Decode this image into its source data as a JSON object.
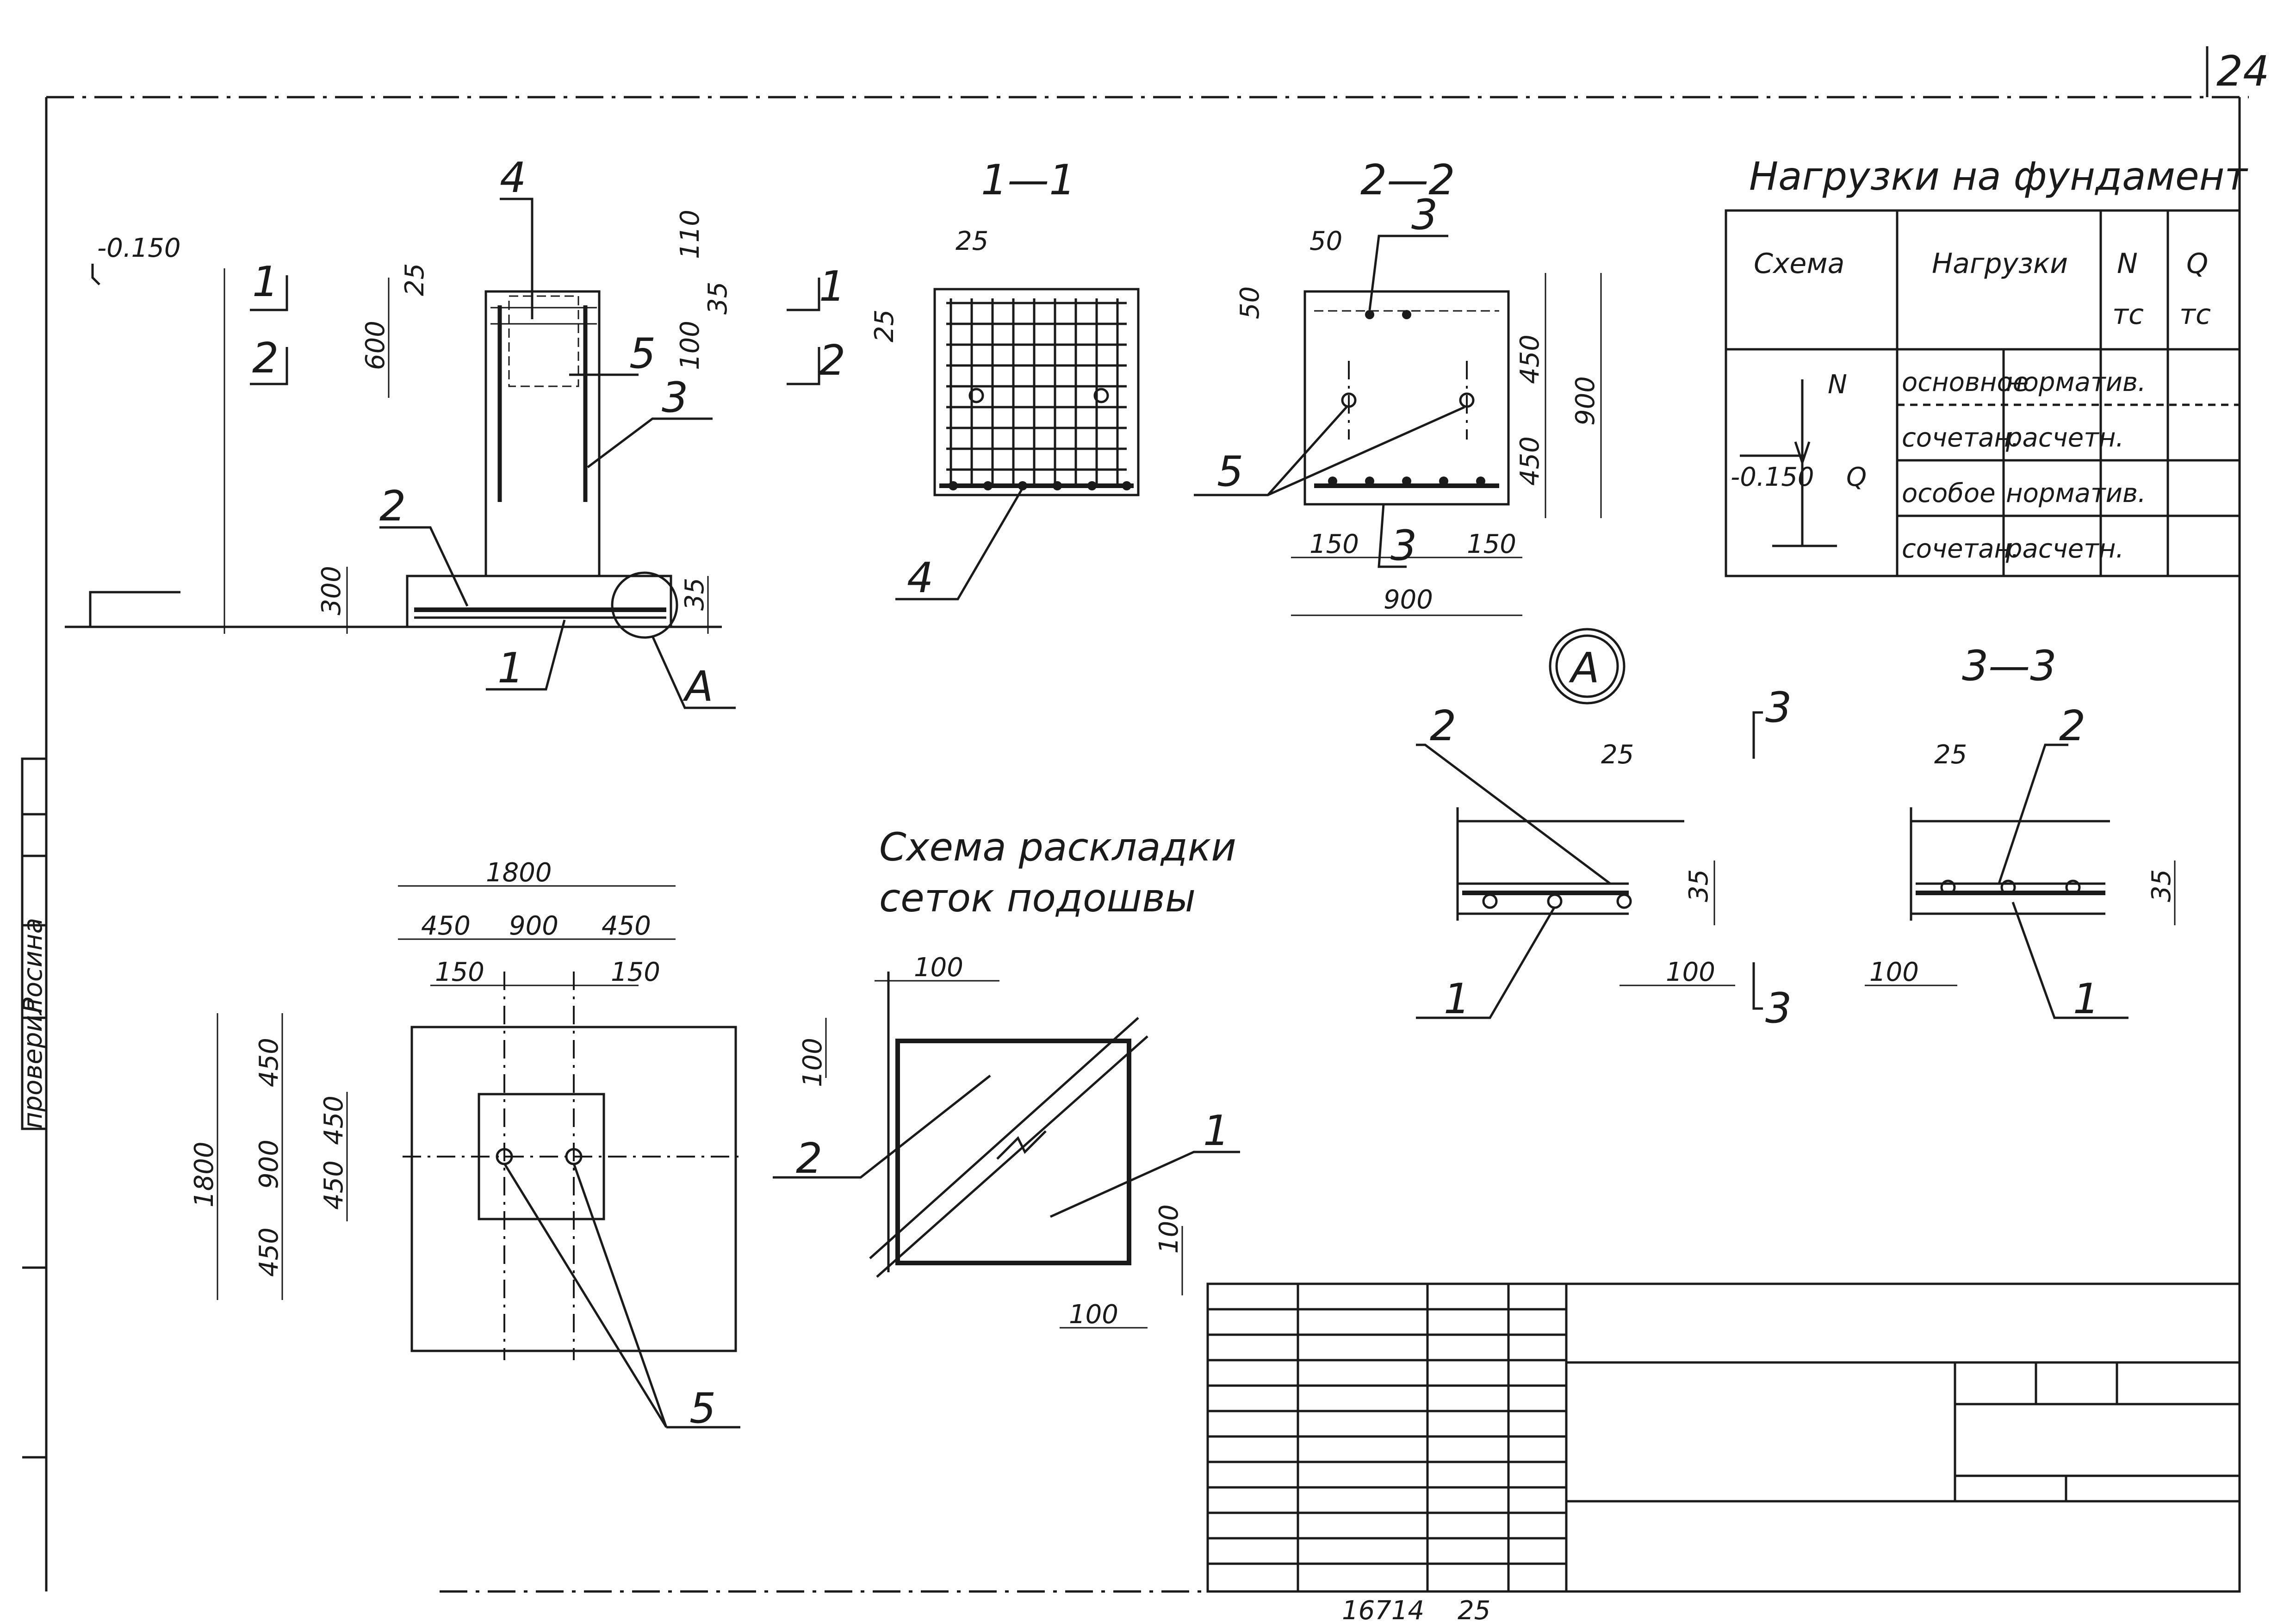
{
  "sheet": {
    "number": "24",
    "bottom_code": "16714",
    "bottom_code_2": "25"
  },
  "side_stamp": {
    "checked_label": "проверил",
    "name": "Росина"
  },
  "section_titles": {
    "s11": "1—1",
    "s22": "2—2",
    "s33": "3—3",
    "detail_a": "А"
  },
  "elevation": {
    "mark": "-0.150",
    "callouts": [
      "4",
      "5",
      "3",
      "2",
      "1",
      "А"
    ],
    "dims": [
      "600",
      "25",
      "100",
      "35",
      "110",
      "300",
      "35"
    ]
  },
  "section_1_1": {
    "callout": "4",
    "dims": [
      "25",
      "25"
    ]
  },
  "section_2_2": {
    "callouts": [
      "3",
      "5",
      "3"
    ],
    "dims": [
      "50",
      "50",
      "450",
      "450",
      "900",
      "150",
      "150",
      "900"
    ]
  },
  "cut_marks": {
    "one": "1",
    "two": "2",
    "three": "3"
  },
  "loads_table": {
    "title": "Нагрузки на фундамент",
    "headers": {
      "scheme": "Схема",
      "loads": "Нагрузки",
      "n": "N",
      "q": "Q",
      "n_unit": "тс",
      "q_unit": "тс"
    },
    "scheme_labels": {
      "n": "N",
      "q": "Q",
      "mark": "-0.150"
    },
    "rows": [
      {
        "combo": "основное",
        "type": "норматив."
      },
      {
        "combo": "сочетан.",
        "type": "расчетн."
      },
      {
        "combo": "особое",
        "type": "норматив."
      },
      {
        "combo": "сочетан.",
        "type": "расчетн."
      }
    ]
  },
  "plan": {
    "width": "1800",
    "height": "1800",
    "top_dims": [
      "450",
      "900",
      "450"
    ],
    "offsets": [
      "150",
      "150"
    ],
    "side_dims": [
      "450",
      "900",
      "450"
    ],
    "inner_dims": [
      "450",
      "450"
    ],
    "callout": "5"
  },
  "mesh_layout": {
    "title_line1": "Схема раскладки",
    "title_line2": "сеток подошвы",
    "dims": [
      "100",
      "100",
      "100",
      "100"
    ],
    "callouts": [
      "2",
      "1"
    ]
  },
  "detail_left": {
    "callouts": [
      "2",
      "1"
    ],
    "dims": [
      "25",
      "35",
      "100"
    ]
  },
  "detail_right": {
    "callouts": [
      "2",
      "1"
    ],
    "dims": [
      "25",
      "35",
      "100"
    ]
  }
}
